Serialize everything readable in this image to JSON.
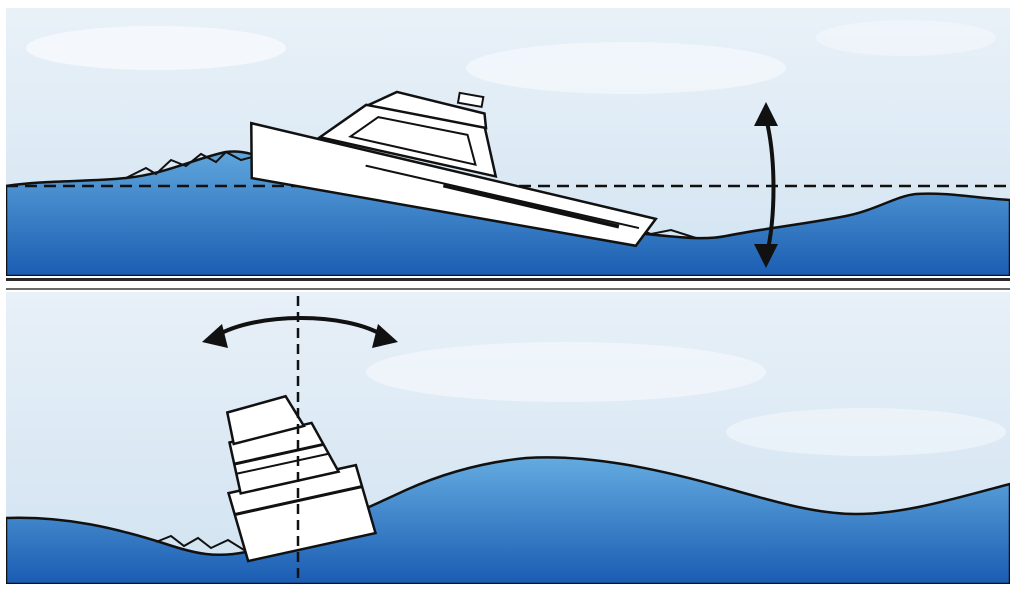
{
  "figure": {
    "panels": [
      {
        "id": "top",
        "content": "boat-heading-into-wave",
        "motion_indicator": "vertical-double-arrow",
        "reference_line": "horizontal-dashed-waterline"
      },
      {
        "id": "bottom",
        "content": "boat-in-wave-trough",
        "motion_indicator": "curved-double-arrow",
        "reference_line": "vertical-dashed-axis"
      }
    ],
    "colors": {
      "sky_light": "#eef4fa",
      "sky_blue": "#d6e6f3",
      "water_light": "#5fa8de",
      "water_dark": "#1a5bb0",
      "outline": "#111111",
      "boat_fill": "#ffffff",
      "divider": "#2a2a2a"
    }
  }
}
